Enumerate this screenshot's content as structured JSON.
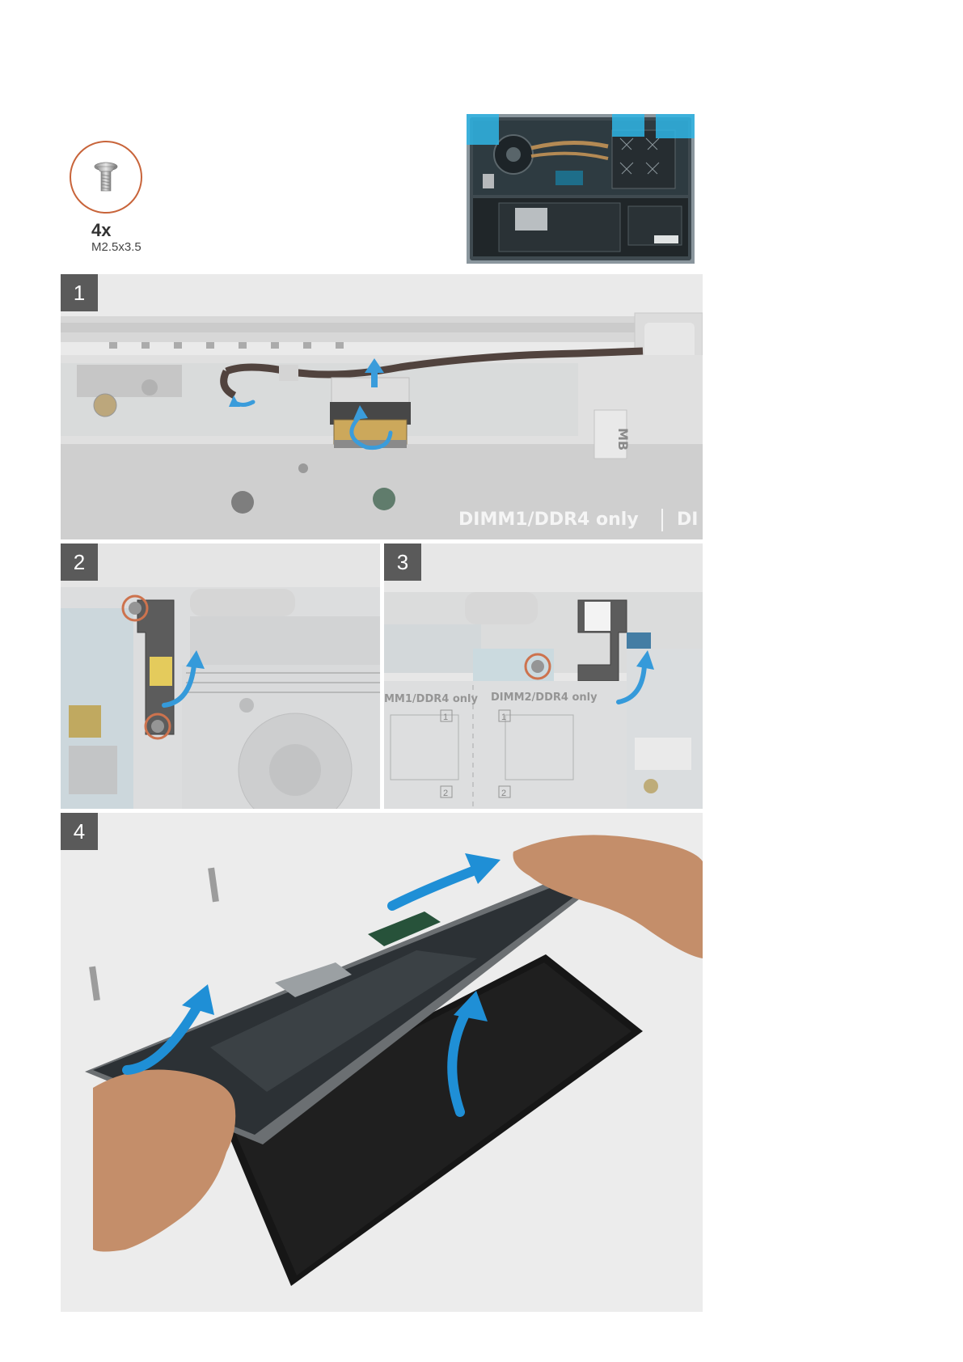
{
  "screw": {
    "count": "4x",
    "size": "M2.5x3.5",
    "icon": "screw-icon"
  },
  "steps": [
    {
      "number": "1",
      "silkscreen": "DIMM1/DDR4 only",
      "silkscreen_cut": "DI",
      "label_mb": "MB"
    },
    {
      "number": "2"
    },
    {
      "number": "3",
      "silkscreen_left": "MM1/DDR4 only",
      "silkscreen_right": "DIMM2/DDR4 only",
      "box_1": "1",
      "box_2": "2"
    },
    {
      "number": "4"
    }
  ],
  "colors": {
    "screw_ring": "#c8643a",
    "arrow": "#1f8fd6",
    "step_badge": "#5a5a5a",
    "highlight": "#2fb6e6"
  }
}
